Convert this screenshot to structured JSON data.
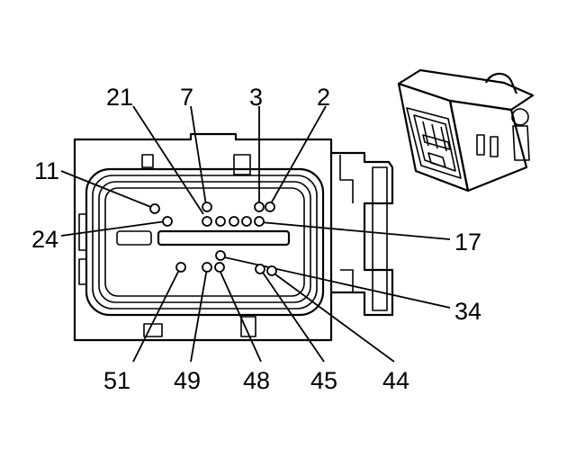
{
  "connector": {
    "pins": [
      {
        "number": "21"
      },
      {
        "number": "7"
      },
      {
        "number": "3"
      },
      {
        "number": "2"
      },
      {
        "number": "11"
      },
      {
        "number": "24"
      },
      {
        "number": "17"
      },
      {
        "number": "34"
      },
      {
        "number": "51"
      },
      {
        "number": "49"
      },
      {
        "number": "48"
      },
      {
        "number": "45"
      },
      {
        "number": "44"
      }
    ]
  }
}
